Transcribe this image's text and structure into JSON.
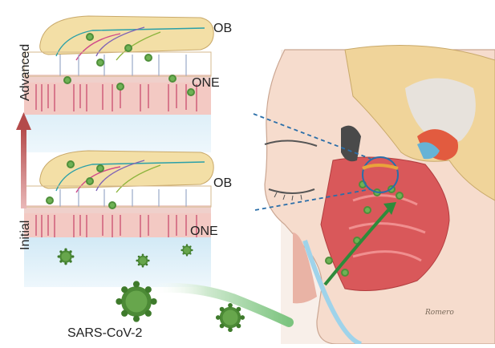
{
  "labels": {
    "ob_top": "OB",
    "one_top": "ONE",
    "ob_bottom": "OB",
    "one_bottom": "ONE",
    "advanced": "Advanced",
    "initial": "Initial",
    "virus": "SARS-CoV-2",
    "signature": "Romero"
  },
  "colors": {
    "bulb": "#f3dfa6",
    "epithelium": "#f2c7c2",
    "mucus": "#d6ecf6",
    "virus": "#4f8f3a",
    "arrow_progress": "#c86d6d",
    "arrow_path": "#3f9a46",
    "skin": "#f6dccd",
    "nasal_mucosa": "#d9585a",
    "brain": "#f0d49a",
    "callout": "#2a6ea8"
  }
}
